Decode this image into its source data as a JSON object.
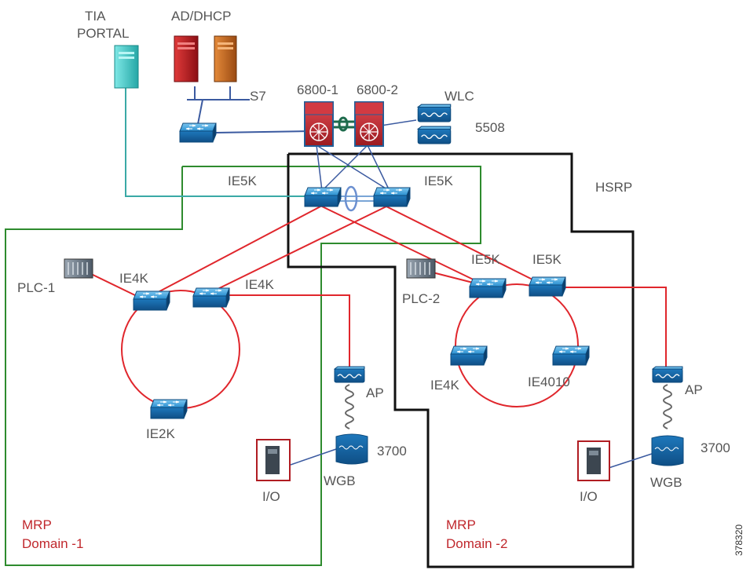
{
  "labels": {
    "tia_portal": [
      "TIA",
      "PORTAL"
    ],
    "ad_dhcp": "AD/DHCP",
    "s7": "S7",
    "core1": "6800-1",
    "core2": "6800-2",
    "wlc": "WLC",
    "wlc_model": "5508",
    "ie5k_left": "IE5K",
    "ie5k_right": "IE5K",
    "hsrp": "HSRP",
    "plc1": "PLC-1",
    "ie4k_a": "IE4K",
    "ie4k_b": "IE4K",
    "plc2": "PLC-2",
    "ie5k_d2_left": "IE5K",
    "ie5k_d2_right": "IE5K",
    "ie4k_d2": "IE4K",
    "ie4010": "IE4010",
    "ap1": "AP",
    "ap2": "AP",
    "wgb_model1": "3700",
    "wgb_model2": "3700",
    "wgb1": "WGB",
    "wgb2": "WGB",
    "io1": "I/O",
    "io2": "I/O",
    "ie2k": "IE2K",
    "mrp1": [
      "MRP",
      "Domain -1"
    ],
    "mrp2": [
      "MRP",
      "Domain -2"
    ],
    "figure_id": "378320"
  },
  "colors": {
    "link_red": "#e0262c",
    "domain_green": "#2e8b2e",
    "domain_black": "#111111",
    "switch_blue": "#1f7fc4",
    "server_teal": "#3fd0cf",
    "server_red": "#b3141c",
    "server_orange": "#c8621a",
    "core_red": "#c4262e",
    "label_grey": "#555555",
    "label_red": "#c0282d"
  }
}
